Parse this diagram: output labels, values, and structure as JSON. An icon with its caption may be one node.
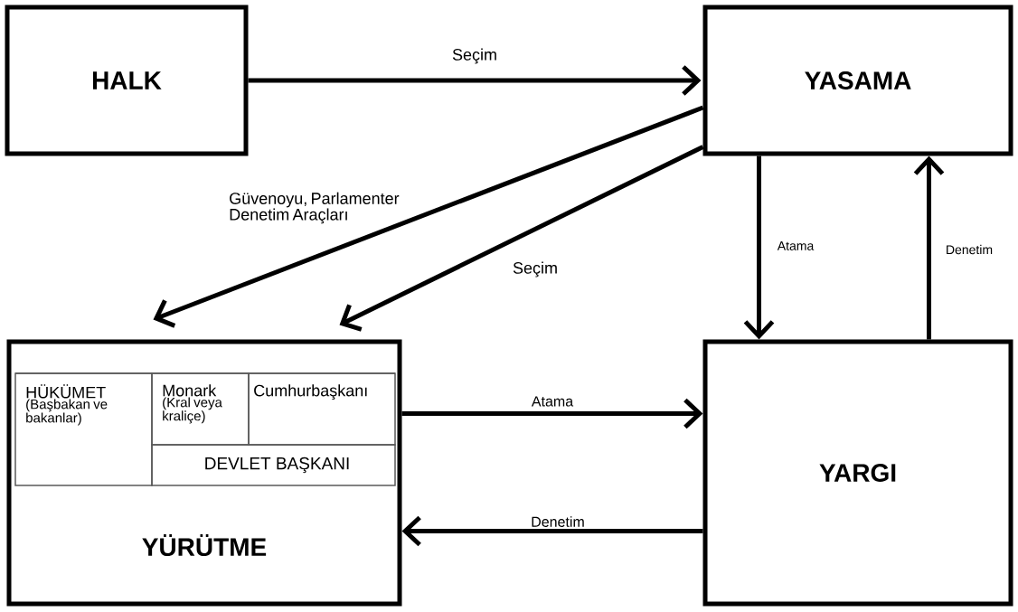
{
  "diagram": {
    "nodes": [
      {
        "text": [
          "HALK"
        ]
      },
      {
        "text": [
          "YASAMA"
        ]
      },
      {
        "text": [
          "YÜRÜTME"
        ]
      },
      {
        "text": [
          "HÜKÜMET",
          "(Başbakan ve bakanlar)"
        ],
        "in": 2
      },
      {
        "text": [
          "Monark",
          "(Kral veya kraliçe)"
        ],
        "in": 2
      },
      {
        "text": [
          "Cumhurbaşkanı"
        ],
        "in": 2
      },
      {
        "text": [
          "DEVLET BAŞKANI"
        ],
        "in": 2
      },
      {
        "text": [
          "YARGI"
        ]
      }
    ],
    "edges": [
      {
        "from": 0,
        "to": 1,
        "arrow": "to",
        "label": "Seçim"
      },
      {
        "from": 1,
        "to": 2,
        "arrow": "to",
        "label": "Güvenoyu, Parlamenter Denetim Araçları"
      },
      {
        "from": 1,
        "to": 2,
        "arrow": "to",
        "label": "Seçim"
      },
      {
        "from": 1,
        "to": 7,
        "arrow": "to",
        "label": "Atama"
      },
      {
        "from": 7,
        "to": 1,
        "arrow": "to",
        "label": "Denetim"
      },
      {
        "from": 2,
        "to": 7,
        "arrow": "to",
        "label": "Atama"
      },
      {
        "from": 7,
        "to": 2,
        "arrow": "to",
        "label": "Denetim"
      }
    ]
  }
}
